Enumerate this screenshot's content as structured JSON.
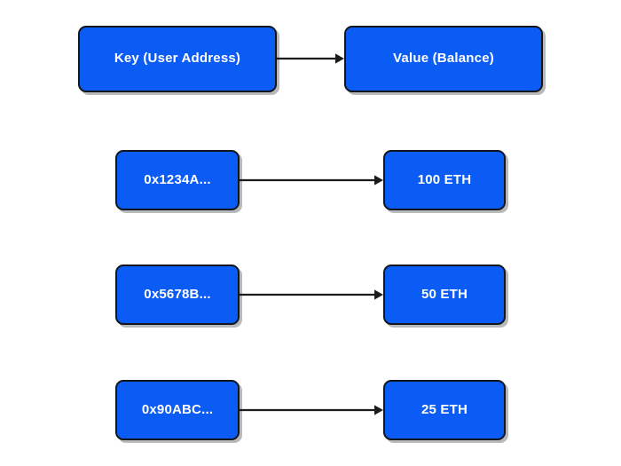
{
  "diagram": {
    "title_row": {
      "key_label": "Key (User Address)",
      "value_label": "Value (Balance)"
    },
    "mappings": [
      {
        "key": "0x1234A...",
        "value": "100 ETH"
      },
      {
        "key": "0x5678B...",
        "value": "50 ETH"
      },
      {
        "key": "0x90ABC...",
        "value": "25 ETH"
      }
    ],
    "colors": {
      "node_fill": "#0B5BF5",
      "node_border": "#11161c",
      "node_text": "#ffffff",
      "arrow": "#1c1c1c",
      "background": "#ffffff"
    }
  }
}
